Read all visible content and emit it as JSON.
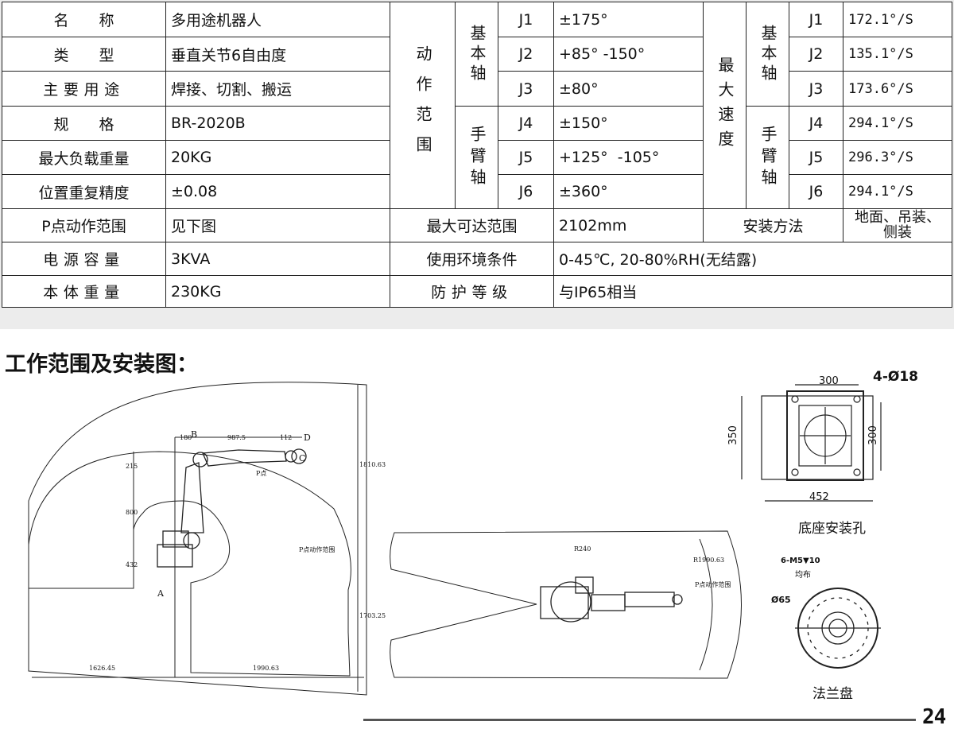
{
  "spec": {
    "rows_left": [
      {
        "label": "名　　称",
        "value": "多用途机器人"
      },
      {
        "label": "类　　型",
        "value": "垂直关节6自由度"
      },
      {
        "label": "主要用途",
        "value": "焊接、切割、搬运"
      },
      {
        "label": "规　　格",
        "value": "BR-2020B"
      },
      {
        "label": "最大负载重量",
        "value": "20KG"
      },
      {
        "label": "位置重复精度",
        "value": "±0.08"
      },
      {
        "label": "P点动作范围",
        "value": "见下图"
      },
      {
        "label": "电源容量",
        "value": "3KVA"
      },
      {
        "label": "本体重量",
        "value": "230KG"
      }
    ],
    "motion_range": {
      "group_label": "动作范围",
      "base_axis_label": "基本轴",
      "wrist_axis_label": "手臂轴",
      "axes": [
        {
          "joint": "J1",
          "value": "±175°"
        },
        {
          "joint": "J2",
          "value": "+85° -150°"
        },
        {
          "joint": "J3",
          "value": "±80°"
        },
        {
          "joint": "J4",
          "value": "±150°"
        },
        {
          "joint": "J5",
          "value": "+125°  -105°"
        },
        {
          "joint": "J6",
          "value": "±360°"
        }
      ]
    },
    "max_speed": {
      "group_label": "最大速度",
      "base_axis_label": "基本轴",
      "wrist_axis_label": "手臂轴",
      "axes": [
        {
          "joint": "J1",
          "value": "172.1°/S"
        },
        {
          "joint": "J2",
          "value": "135.1°/S"
        },
        {
          "joint": "J3",
          "value": "173.6°/S"
        },
        {
          "joint": "J4",
          "value": "294.1°/S"
        },
        {
          "joint": "J5",
          "value": "296.3°/S"
        },
        {
          "joint": "J6",
          "value": "294.1°/S"
        }
      ]
    },
    "reach": {
      "label": "最大可达范围",
      "value": "2102mm"
    },
    "mounting": {
      "label": "安装方法",
      "value": "地面、吊装、侧装"
    },
    "environment": {
      "label": "使用环境条件",
      "value": "0-45℃, 20-80%RH(无结露)"
    },
    "protection": {
      "label": "防护等级",
      "value": "与IP65相当"
    }
  },
  "section_title": "工作范围及安装图：",
  "drawings": {
    "side_view": {
      "dims": {
        "d180": "180",
        "d987": "987.5",
        "d112": "112",
        "d215": "215",
        "d800": "800",
        "d432": "432",
        "d1810": "1810.63",
        "d1703": "1703.25",
        "d1626": "1626.45",
        "d1990": "1990.63"
      },
      "labels": {
        "B": "B",
        "C": "C",
        "D": "D",
        "A": "A",
        "p_point": "P点",
        "p_range": "P点动作范围"
      }
    },
    "top_view": {
      "labels": {
        "r240": "R240",
        "r1990": "R1990.63",
        "p_range": "P点动作范围"
      }
    },
    "base": {
      "title": "底座安装孔",
      "dims": {
        "d300_top": "300",
        "holes": "4-Ø18",
        "d350": "350",
        "d300_side": "300",
        "d452": "452"
      }
    },
    "flange": {
      "title": "法兰盘",
      "dims": {
        "thread": "6-M5▼10",
        "even": "均布",
        "d65": "Ø65"
      }
    }
  },
  "page_number": "24"
}
